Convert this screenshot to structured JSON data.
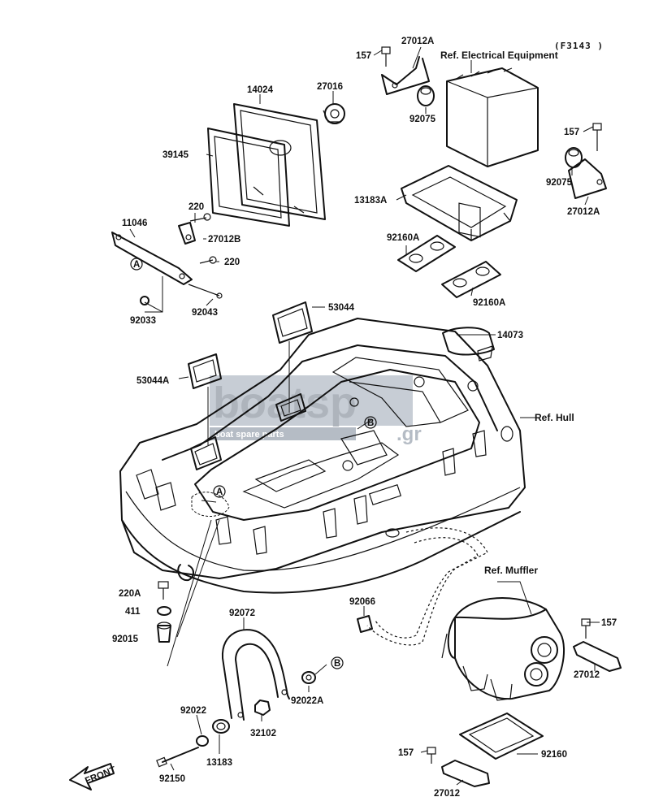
{
  "diagram_code": "(F3143 )",
  "refs": {
    "electrical": "Ref. Electrical Equipment",
    "hull": "Ref. Hull",
    "muffler": "Ref. Muffler"
  },
  "labels": {
    "p157_top": "157",
    "p27012A_top": "27012A",
    "p14024": "14024",
    "p27016": "27016",
    "p39145": "39145",
    "p92075_left": "92075",
    "p157_right": "157",
    "p92075_right": "92075",
    "p27012A_right": "27012A",
    "p13183A": "13183A",
    "p220_top": "220",
    "p11046": "11046",
    "p27012B": "27012B",
    "p220_mid": "220",
    "p92160A_top": "92160A",
    "p92160A_bottom": "92160A",
    "p92033": "92033",
    "p92043": "92043",
    "p53044": "53044",
    "p14073": "14073",
    "p53044A": "53044A",
    "p220A": "220A",
    "p411": "411",
    "p92015": "92015",
    "p92072": "92072",
    "p92066": "92066",
    "p157_muffler": "157",
    "p27012_muffler": "27012",
    "p92022A": "92022A",
    "p92022": "92022",
    "p32102": "32102",
    "p13183": "13183",
    "p92150": "92150",
    "p157_bottom": "157",
    "p92160": "92160",
    "p27012_bottom": "27012"
  },
  "markers": {
    "a_left": "A",
    "a_hull": "A",
    "b_hull": "B",
    "b_right": "B"
  },
  "front_label": "FRONT",
  "watermark": {
    "main": "boatsp",
    "sub": "boat spare parts",
    "suffix": ".gr"
  }
}
